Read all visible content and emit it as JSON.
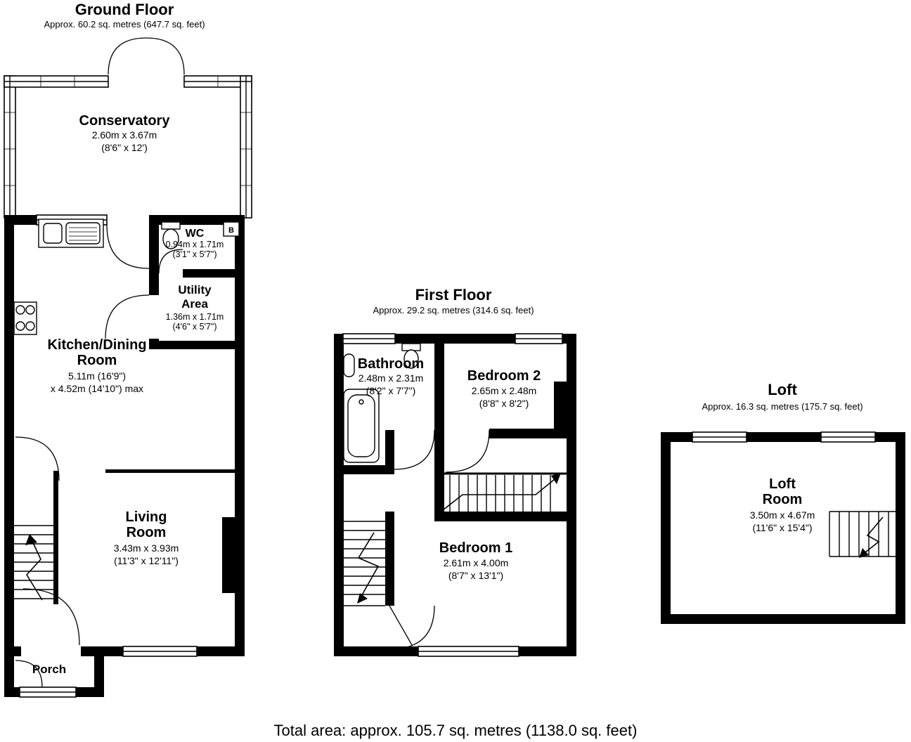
{
  "floors": {
    "ground": {
      "title": "Ground Floor",
      "area": "Approx. 60.2 sq. metres (647.7 sq. feet)",
      "rooms": {
        "conservatory": {
          "name": "Conservatory",
          "metric": "2.60m x 3.67m",
          "imperial": "(8'6\" x 12')"
        },
        "wc": {
          "name": "WC",
          "metric": "0.94m x 1.71m",
          "imperial": "(3'1\" x 5'7\")"
        },
        "utility": {
          "name_line1": "Utility",
          "name_line2": "Area",
          "metric": "1.36m x 1.71m",
          "imperial": "(4'6\" x 5'7\")"
        },
        "kitchen_dining": {
          "name_line1": "Kitchen/Dining",
          "name_line2": "Room",
          "metric": "5.11m (16'9\")",
          "imperial": "x 4.52m (14'10\") max"
        },
        "living": {
          "name_line1": "Living",
          "name_line2": "Room",
          "metric": "3.43m x 3.93m",
          "imperial": "(11'3\" x 12'11\")"
        },
        "porch": {
          "name": "Porch"
        }
      },
      "labels": {
        "boiler": "B"
      }
    },
    "first": {
      "title": "First Floor",
      "area": "Approx. 29.2 sq. metres (314.6 sq. feet)",
      "rooms": {
        "bathroom": {
          "name": "Bathroom",
          "metric": "2.48m x 2.31m",
          "imperial": "(8'2\" x 7'7\")"
        },
        "bedroom2": {
          "name": "Bedroom 2",
          "metric": "2.65m x 2.48m",
          "imperial": "(8'8\" x 8'2\")"
        },
        "bedroom1": {
          "name": "Bedroom 1",
          "metric": "2.61m x 4.00m",
          "imperial": "(8'7\" x 13'1\")"
        }
      }
    },
    "loft": {
      "title": "Loft",
      "area": "Approx. 16.3 sq. metres (175.7 sq. feet)",
      "rooms": {
        "loft_room": {
          "name_line1": "Loft",
          "name_line2": "Room",
          "metric": "3.50m x 4.67m",
          "imperial": "(11'6\" x 15'4\")"
        }
      }
    }
  },
  "footer": {
    "total": "Total area: approx. 105.7 sq. metres (1138.0 sq. feet)"
  }
}
